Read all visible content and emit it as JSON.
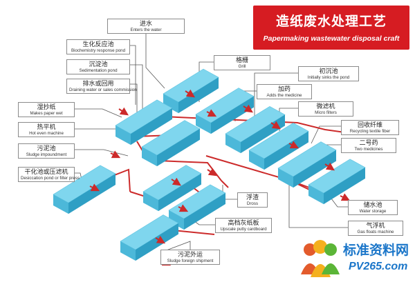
{
  "title": {
    "zh": "造纸废水处理工艺",
    "en": "Papermaking wastewater disposal craft"
  },
  "labels": [
    {
      "id": "enters-water",
      "zh": "进水",
      "en": "Enters the water"
    },
    {
      "id": "biochemistry",
      "zh": "生化反应池",
      "en": "Biochemistry response pond"
    },
    {
      "id": "sedimentation",
      "zh": "沉淀池",
      "en": "Sedimentation pond"
    },
    {
      "id": "draining",
      "zh": "排水或回用",
      "en": "Draining water or sales commission"
    },
    {
      "id": "makes-paper",
      "zh": "湿抄纸",
      "en": "Makes paper wet"
    },
    {
      "id": "hot-machine",
      "zh": "热平机",
      "en": "Hot even machine"
    },
    {
      "id": "sludge-imp",
      "zh": "污泥池",
      "en": "Sludge impoundment"
    },
    {
      "id": "desiccation",
      "zh": "干化池或压滤机",
      "en": "Desiccation pond or filter press"
    },
    {
      "id": "grill",
      "zh": "格栅",
      "en": "Grill"
    },
    {
      "id": "sinks-pond",
      "zh": "初沉池",
      "en": "Initially sinks the pond"
    },
    {
      "id": "adds-medicine",
      "zh": "加药",
      "en": "Adds the medicine"
    },
    {
      "id": "micro-filters",
      "zh": "微滤机",
      "en": "Micro filters"
    },
    {
      "id": "recycling",
      "zh": "回收纤维",
      "en": "Recycling textile fiber"
    },
    {
      "id": "two-medicines",
      "zh": "二号药",
      "en": "Two medicines"
    },
    {
      "id": "dross",
      "zh": "浮渣",
      "en": "Dross"
    },
    {
      "id": "cardboard",
      "zh": "高档灰纸板",
      "en": "Upscale putty cardboard"
    },
    {
      "id": "water-storage",
      "zh": "储水池",
      "en": "Water storage"
    },
    {
      "id": "gas-floats",
      "zh": "气浮机",
      "en": "Gas floats machine"
    },
    {
      "id": "sludge-ship",
      "zh": "污泥外运",
      "en": "Sludge foreign shipment"
    }
  ],
  "watermark": {
    "zh": "标准资料网",
    "url": "PV265.com"
  },
  "colors": {
    "accent": "#d61c22",
    "block_top": "#7fd6ee",
    "block_left": "#4cb8d9",
    "block_right": "#2f9fc4",
    "pipe": "#cc2a2a",
    "leader": "#555555"
  }
}
